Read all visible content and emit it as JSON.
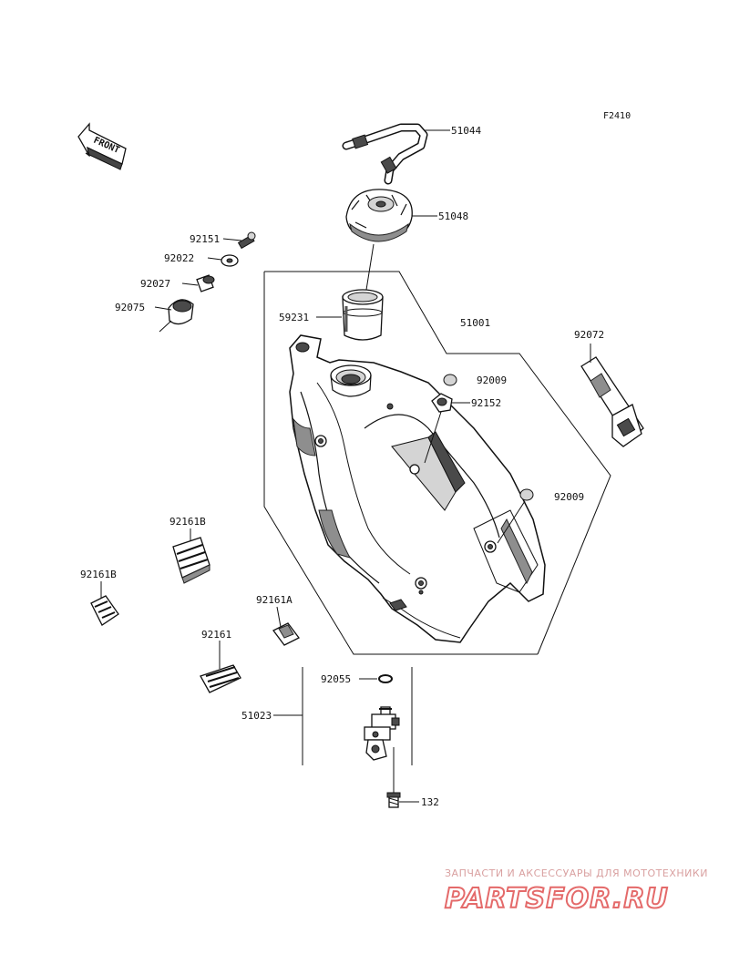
{
  "figure_code": "F2410",
  "front_marker": "FRONT",
  "callouts": {
    "p51044": "51044",
    "p51048": "51048",
    "p92151": "92151",
    "p92022": "92022",
    "p92027": "92027",
    "p92075": "92075",
    "p59231": "59231",
    "p51001": "51001",
    "p92072": "92072",
    "p92009_top": "92009",
    "p92152": "92152",
    "p92009_bottom": "92009",
    "p92161B_upper": "92161B",
    "p92161B_lower": "92161B",
    "p92161A": "92161A",
    "p92161": "92161",
    "p92055": "92055",
    "p51023": "51023",
    "p132": "132"
  },
  "watermark": {
    "tagline": "ЗАПЧАСТИ И АКСЕССУАРЫ ДЛЯ МОТОТЕХНИКИ",
    "brand": "PARTSFOR.RU",
    "color": "#e46a6a"
  }
}
